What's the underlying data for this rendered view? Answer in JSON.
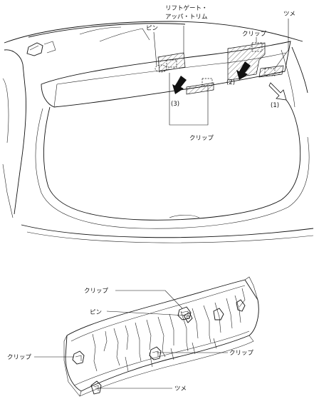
{
  "labels": {
    "liftgate_upper_trim_line1": "リフトゲート・",
    "liftgate_upper_trim_line2": "アッパ・トリム",
    "pin_top": "ピン",
    "claw_top": "ツメ",
    "clip_top_right": "クリップ",
    "step_2": "(2)",
    "step_1": "(1)",
    "step_3": "(3)",
    "clip_top_bottom": "クリップ",
    "clip_lower_top": "クリップ",
    "pin_lower": "ピン",
    "clip_lower_left": "クリップ",
    "clip_lower_right": "クリップ",
    "claw_lower": "ツメ"
  }
}
